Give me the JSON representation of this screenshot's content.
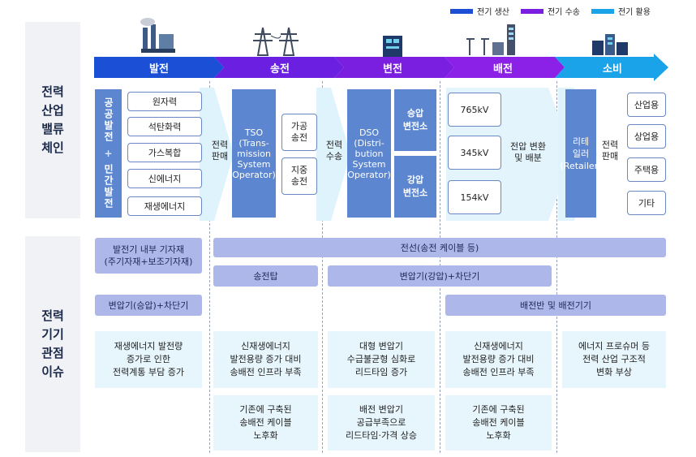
{
  "legend": [
    {
      "label": "전기 생산",
      "color": "#1a4fd6"
    },
    {
      "label": "전기 수송",
      "color": "#7a1fe0"
    },
    {
      "label": "전기 활용",
      "color": "#1aa3e8"
    }
  ],
  "side": {
    "value_chain": "전력\n산업\n밸류\n체인",
    "issues": "전력\n기기\n관점\n이슈"
  },
  "stages": [
    "발전",
    "송전",
    "변전",
    "배전",
    "소비"
  ],
  "generation": {
    "left_top": "공공발전",
    "plus": "+",
    "left_bottom": "민간발전",
    "items": [
      "원자력",
      "석탄화력",
      "가스복합",
      "신에너지",
      "재생에너지"
    ]
  },
  "sale1": "전력\n판매",
  "tso": "TSO\n(Trans-\nmission\nSystem\nOperator)",
  "transmission_types": [
    "가공\n송전",
    "지중\n송전"
  ],
  "transport": "전력\n수송",
  "dso": "DSO\n(Distri-\nbution\nSystem\nOperator)",
  "substations": [
    "승압\n변전소",
    "강압\n변전소"
  ],
  "voltages": [
    "765kV",
    "345kV",
    "154kV"
  ],
  "distribution_note": "전압 변환\n및 배분",
  "retailer": "리테\n일러\n(Retailer)",
  "sale2": "전력\n판매",
  "consumers": [
    "산업용",
    "상업용",
    "주택용",
    "기타"
  ],
  "equipment": {
    "gen_internal": "발전기 내부 기자재\n(주기자재+보조기자재)",
    "cable": "전선(송전 케이블 등)",
    "tower": "송전탑",
    "transformer_down": "변압기(강압)+차단기",
    "transformer_up": "변압기(승압)+차단기",
    "switchboard": "배전반 및 배전기기"
  },
  "issues": [
    "재생에너지 발전량\n증가로 인한\n전력계통 부담 증가",
    "신재생에너지\n발전용량 증가 대비\n송배전 인프라 부족",
    "대형 변압기\n수급불균형 심화로\n리드타임 증가",
    "신재생에너지\n발전용량 증가 대비\n송배전 인프라 부족",
    "에너지 프로슈머 등\n전력 산업 구조적\n변화 부상",
    "기존에 구축된\n송배전 케이블\n노후화",
    "배전 변압기\n공급부족으로\n리드타임·가격 상승",
    "기존에 구축된\n송배전 케이블\n노후화"
  ]
}
